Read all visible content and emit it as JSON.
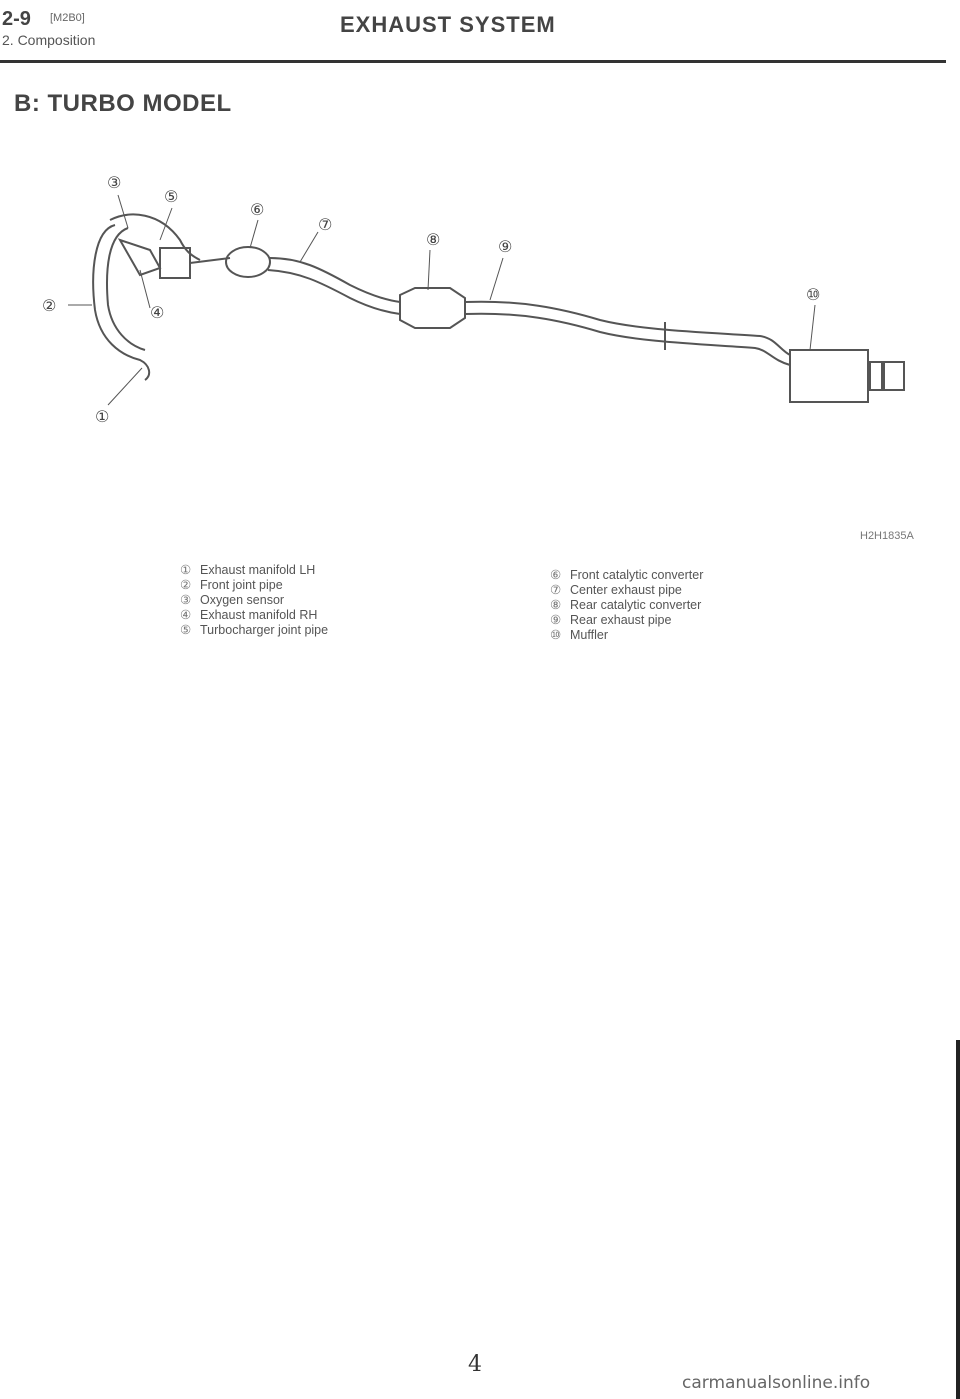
{
  "header": {
    "page_ref": "2-9",
    "code": "[M2B0]",
    "section": "2. Composition",
    "title": "EXHAUST SYSTEM"
  },
  "subhead": "B: TURBO MODEL",
  "figure": {
    "code": "H2H1835A",
    "callouts": [
      "①",
      "②",
      "③",
      "④",
      "⑤",
      "⑥",
      "⑦",
      "⑧",
      "⑨",
      "⑩"
    ]
  },
  "legend_left": [
    {
      "num": "①",
      "label": "Exhaust manifold LH"
    },
    {
      "num": "②",
      "label": "Front joint pipe"
    },
    {
      "num": "③",
      "label": "Oxygen sensor"
    },
    {
      "num": "④",
      "label": "Exhaust manifold RH"
    },
    {
      "num": "⑤",
      "label": "Turbocharger joint pipe"
    }
  ],
  "legend_right": [
    {
      "num": "⑥",
      "label": "Front catalytic converter"
    },
    {
      "num": "⑦",
      "label": "Center exhaust pipe"
    },
    {
      "num": "⑧",
      "label": "Rear catalytic converter"
    },
    {
      "num": "⑨",
      "label": "Rear exhaust pipe"
    },
    {
      "num": "⑩",
      "label": "Muffler"
    }
  ],
  "page_number": "4",
  "watermark": "carmanualsonline.info"
}
